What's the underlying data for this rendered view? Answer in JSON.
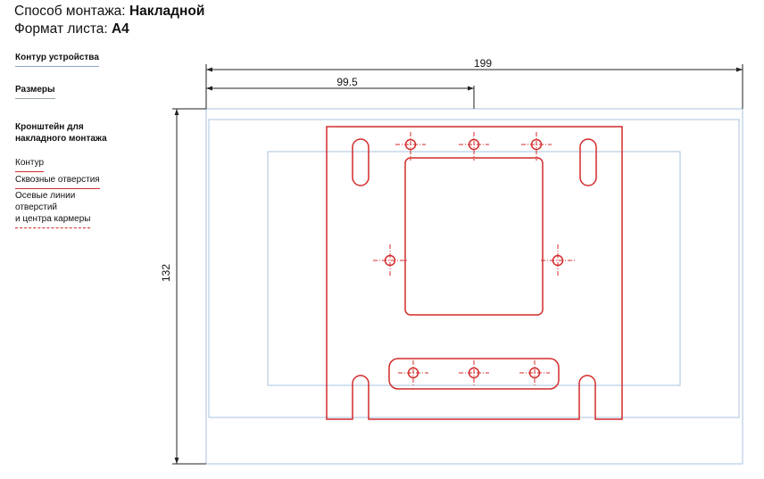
{
  "header": {
    "mount_label": "Способ монтажа:",
    "mount_value": "Накладной",
    "sheet_label": "Формат листа:",
    "sheet_value": "A4"
  },
  "legend": {
    "device_outline": "Контур устройства",
    "dimensions": "Размеры",
    "bracket_title": "Кронштейн для накладного монтажа",
    "contour": "Контур",
    "through_holes": "Сквозные отверстия",
    "axes_line1": "Осевые линии",
    "axes_line2": "отверстий",
    "axes_line3": "и центра кармеры"
  },
  "dimensions": {
    "overall_width": "199",
    "half_width": "99.5",
    "height": "132"
  },
  "colors": {
    "bracket": "#d42a2a",
    "device_outline": "#a9c3dd",
    "dimension": "#222222",
    "legend_underline": "#9aa3ab"
  }
}
